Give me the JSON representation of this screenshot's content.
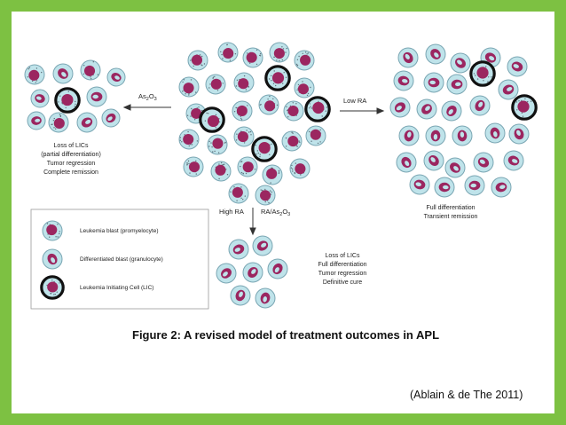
{
  "caption": "Figure 2: A revised model of treatment outcomes in APL",
  "citation": "(Ablain & de The 2011)",
  "arrows": {
    "left": {
      "label": "As",
      "sub": "2",
      "label2": "O",
      "sub2": "3"
    },
    "right": {
      "label": "Low RA"
    },
    "down_left": {
      "label": "High RA"
    },
    "down_right": {
      "label": "RA/As",
      "sub": "2",
      "label2": "O",
      "sub2": "3"
    }
  },
  "outcomes": {
    "left": [
      "Loss of LICs",
      "(partial differentiation)",
      "Tumor regression",
      "Complete remission"
    ],
    "right": [
      "Full differentiation",
      "Transient remission"
    ],
    "bottom": [
      "Loss of LICs",
      "Full differentiation",
      "Tumor regression",
      "Definitive cure"
    ]
  },
  "legend": {
    "blast": "Leukemia blast (promyelocyte)",
    "differentiated": "Differentiated blast (granulocyte)",
    "lic": "Leukemia Initiating Cell (LIC)"
  },
  "colors": {
    "background": "#7dc142",
    "cell_fill": "#bfe3ea",
    "cell_outline": "#7aa6b3",
    "nucleus": "#9b2660",
    "granule": "#5e6f7a",
    "lic_ring": "#111111"
  }
}
